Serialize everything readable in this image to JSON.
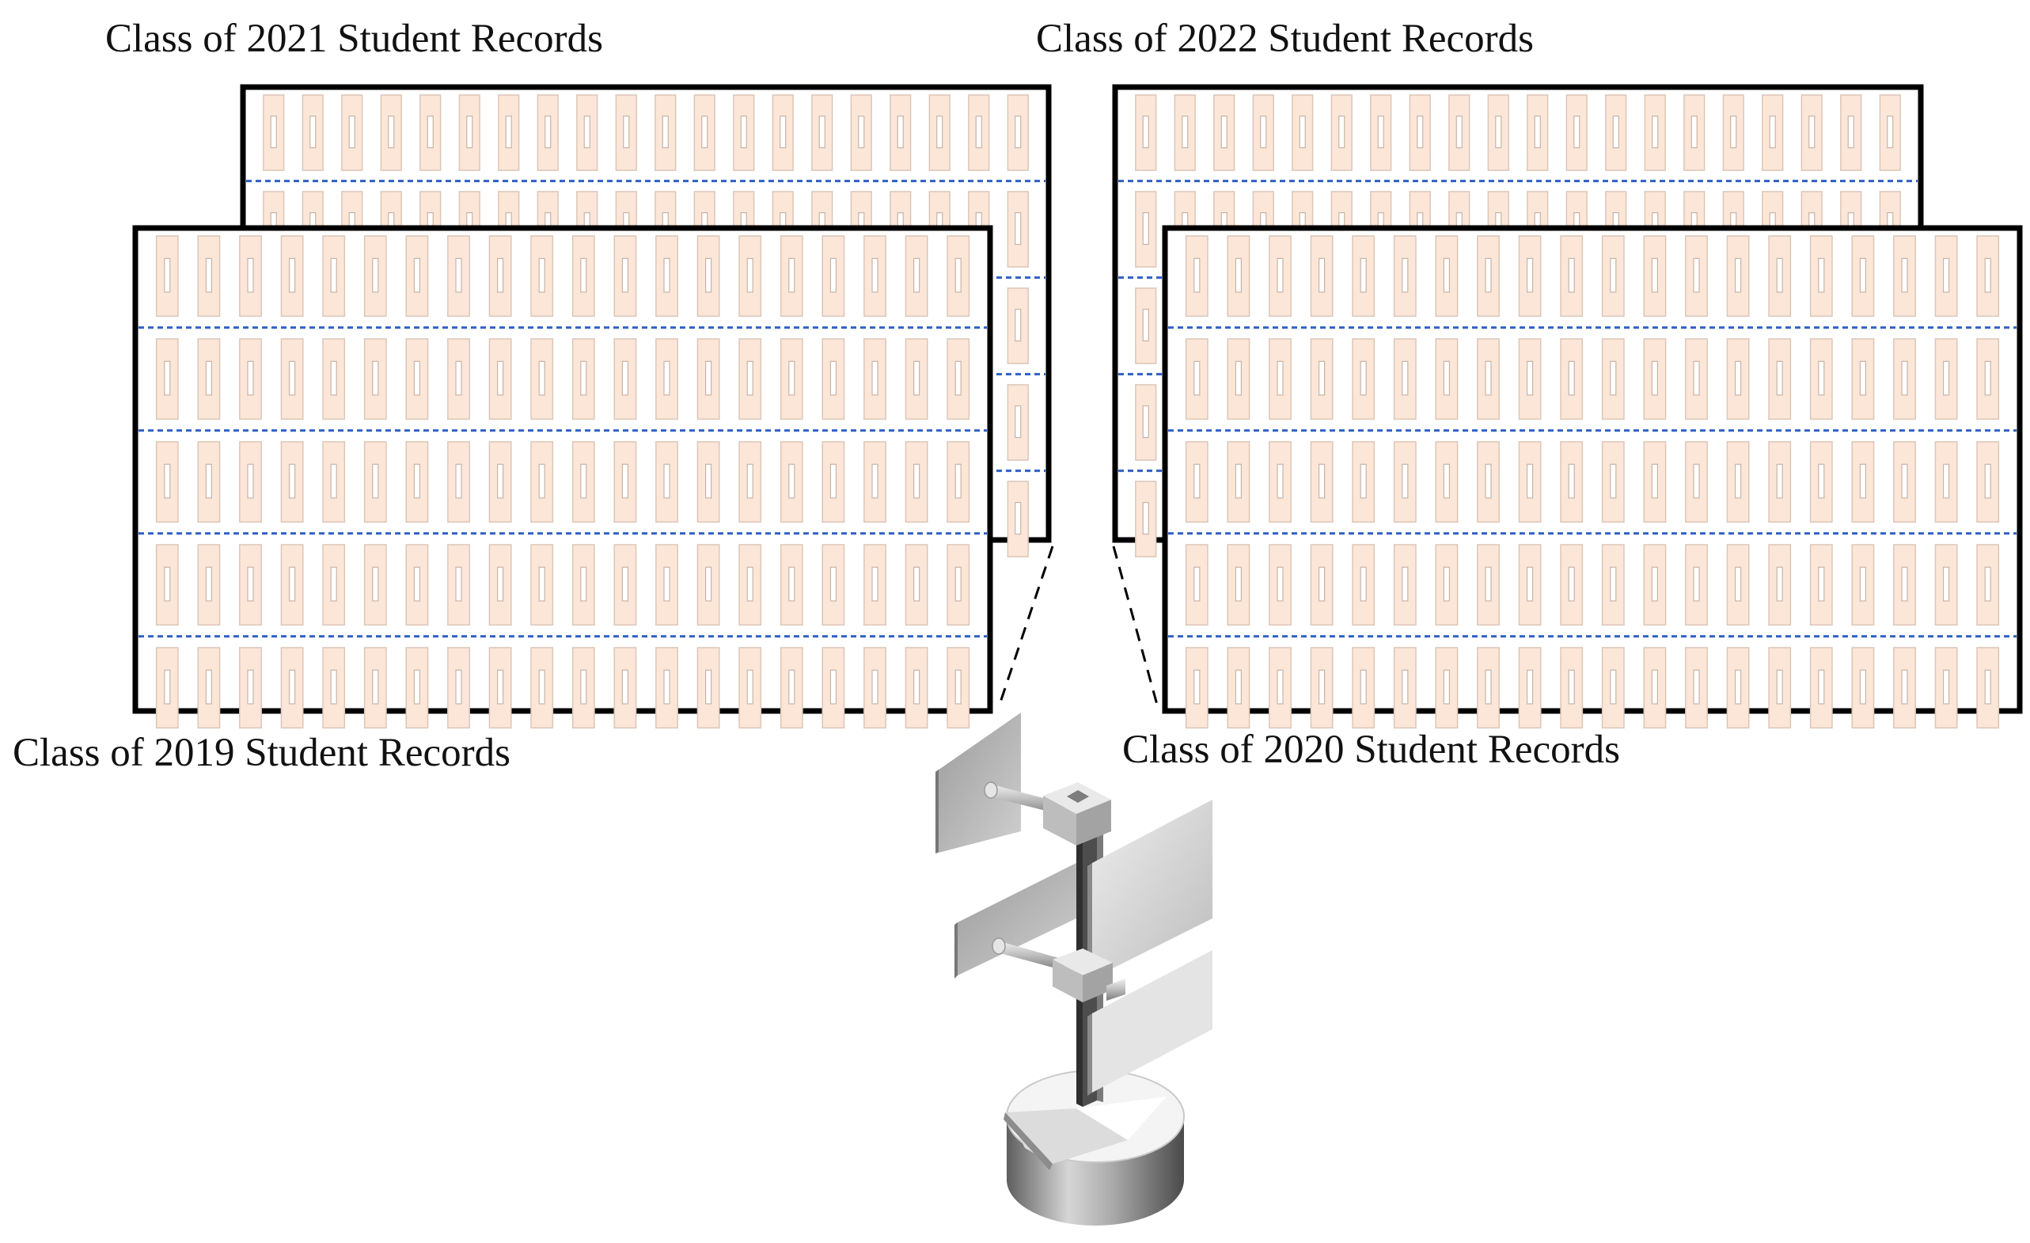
{
  "labels": {
    "class_2021": "Class of 2021 Student Records",
    "class_2022": "Class of 2022 Student Records",
    "class_2019": "Class of 2019 Student Records",
    "class_2020": "Class of 2020 Student Records"
  },
  "record_grid": {
    "rows": 5,
    "slots_per_row_2019": 20,
    "slots_per_row_2020": 20,
    "slots_per_row_2021": 20,
    "slots_per_row_2022": 20
  },
  "colors": {
    "slot_fill": "#fbe6d8",
    "slot_stroke": "#dcc6b8",
    "divider": "#2f5fc4",
    "frame": "#000000",
    "fixture_metal": "#b5b5b5"
  },
  "icons": {
    "fixture": "record-rack-stand-icon"
  }
}
